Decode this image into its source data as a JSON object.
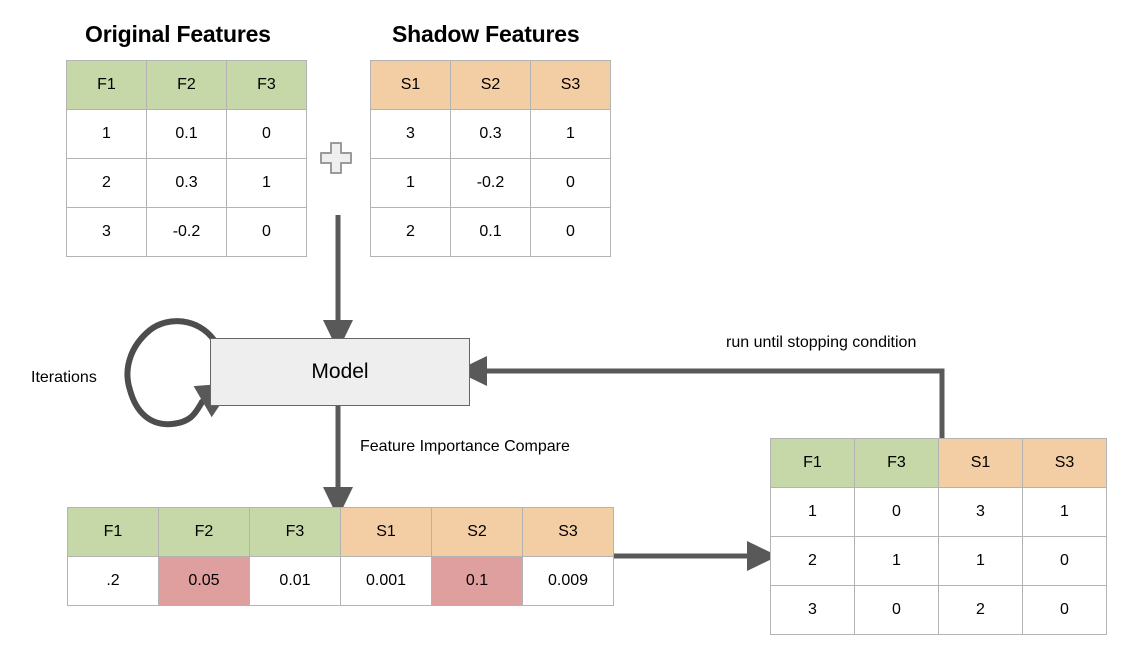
{
  "diagram": {
    "titles": {
      "original": "Original Features",
      "shadow": "Shadow Features"
    },
    "labels": {
      "iterations": "Iterations",
      "feature_importance_compare": "Feature Importance Compare",
      "run_until_stopping": "run until stopping condition",
      "model": "Model",
      "plus": "plus-icon"
    },
    "colors": {
      "green_header": "#c6d7a8",
      "orange_header": "#f3cda4",
      "red_highlight": "#df9f9e",
      "arrow": "#595959",
      "model_fill": "#eeeeee",
      "model_border": "#666666",
      "cell_border": "#b3b3b3"
    }
  },
  "tables": {
    "original_features": {
      "name": "original-features-table",
      "headers": [
        "F1",
        "F2",
        "F3"
      ],
      "header_colors": [
        "green",
        "green",
        "green"
      ],
      "rows": [
        [
          "1",
          "0.1",
          "0"
        ],
        [
          "2",
          "0.3",
          "1"
        ],
        [
          "3",
          "-0.2",
          "0"
        ]
      ],
      "row_colors": [
        [
          "white",
          "white",
          "white"
        ],
        [
          "white",
          "white",
          "white"
        ],
        [
          "white",
          "white",
          "white"
        ]
      ]
    },
    "shadow_features": {
      "name": "shadow-features-table",
      "headers": [
        "S1",
        "S2",
        "S3"
      ],
      "header_colors": [
        "orange",
        "orange",
        "orange"
      ],
      "rows": [
        [
          "3",
          "0.3",
          "1"
        ],
        [
          "1",
          "-0.2",
          "0"
        ],
        [
          "2",
          "0.1",
          "0"
        ]
      ],
      "row_colors": [
        [
          "white",
          "white",
          "white"
        ],
        [
          "white",
          "white",
          "white"
        ],
        [
          "white",
          "white",
          "white"
        ]
      ]
    },
    "feature_importance": {
      "name": "feature-importance-table",
      "headers": [
        "F1",
        "F2",
        "F3",
        "S1",
        "S2",
        "S3"
      ],
      "header_colors": [
        "green",
        "green",
        "green",
        "orange",
        "orange",
        "orange"
      ],
      "rows": [
        [
          ".2",
          "0.05",
          "0.01",
          "0.001",
          "0.1",
          "0.009"
        ]
      ],
      "row_colors": [
        [
          "white",
          "red",
          "white",
          "white",
          "red",
          "white"
        ]
      ]
    },
    "selected_features": {
      "name": "selected-features-table",
      "headers": [
        "F1",
        "F3",
        "S1",
        "S3"
      ],
      "header_colors": [
        "green",
        "green",
        "orange",
        "orange"
      ],
      "rows": [
        [
          "1",
          "0",
          "3",
          "1"
        ],
        [
          "2",
          "1",
          "1",
          "0"
        ],
        [
          "3",
          "0",
          "2",
          "0"
        ]
      ],
      "row_colors": [
        [
          "white",
          "white",
          "white",
          "white"
        ],
        [
          "white",
          "white",
          "white",
          "white"
        ],
        [
          "white",
          "white",
          "white",
          "white"
        ]
      ]
    }
  }
}
